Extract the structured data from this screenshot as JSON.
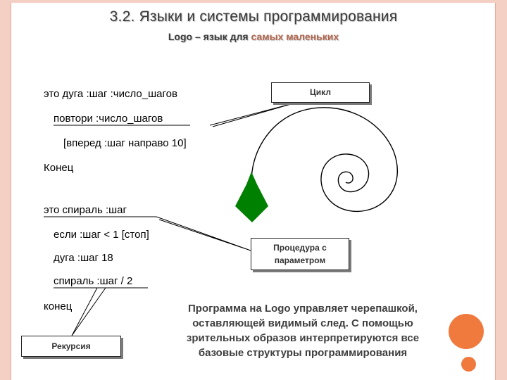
{
  "slide": {
    "title": "3.2. Языки и системы программирования",
    "subtitle_part1": "Logo – язык для ",
    "subtitle_part2": "самых маленьких"
  },
  "code": {
    "line1": "это дуга :шаг :число_шагов",
    "line2": "повтори :число_шагов",
    "line3": "[вперед :шаг направо 10]",
    "line4": "Конец",
    "line5": "это спираль :шаг",
    "line6": "если :шаг < 1 [стоп]",
    "line7": "дуга :шаг 18",
    "line8": "спираль :шаг / 2",
    "line9": "конец"
  },
  "callouts": {
    "cycle": "Цикл",
    "procedure_line1": "Процедура с",
    "procedure_line2": "параметром",
    "recursion": "Рекурсия"
  },
  "caption": {
    "line1": "Программа на Logo управляет черепашкой,",
    "line2": "оставляющей видимый след. С помощью",
    "line3": "зрительных образов интерпретируются  все",
    "line4": "базовые структуры программирования"
  },
  "colors": {
    "frame": "#f4cfc4",
    "accent_orange": "#f07a3d",
    "turtle_green": "#008000",
    "subtitle_accent": "#b2664f"
  }
}
